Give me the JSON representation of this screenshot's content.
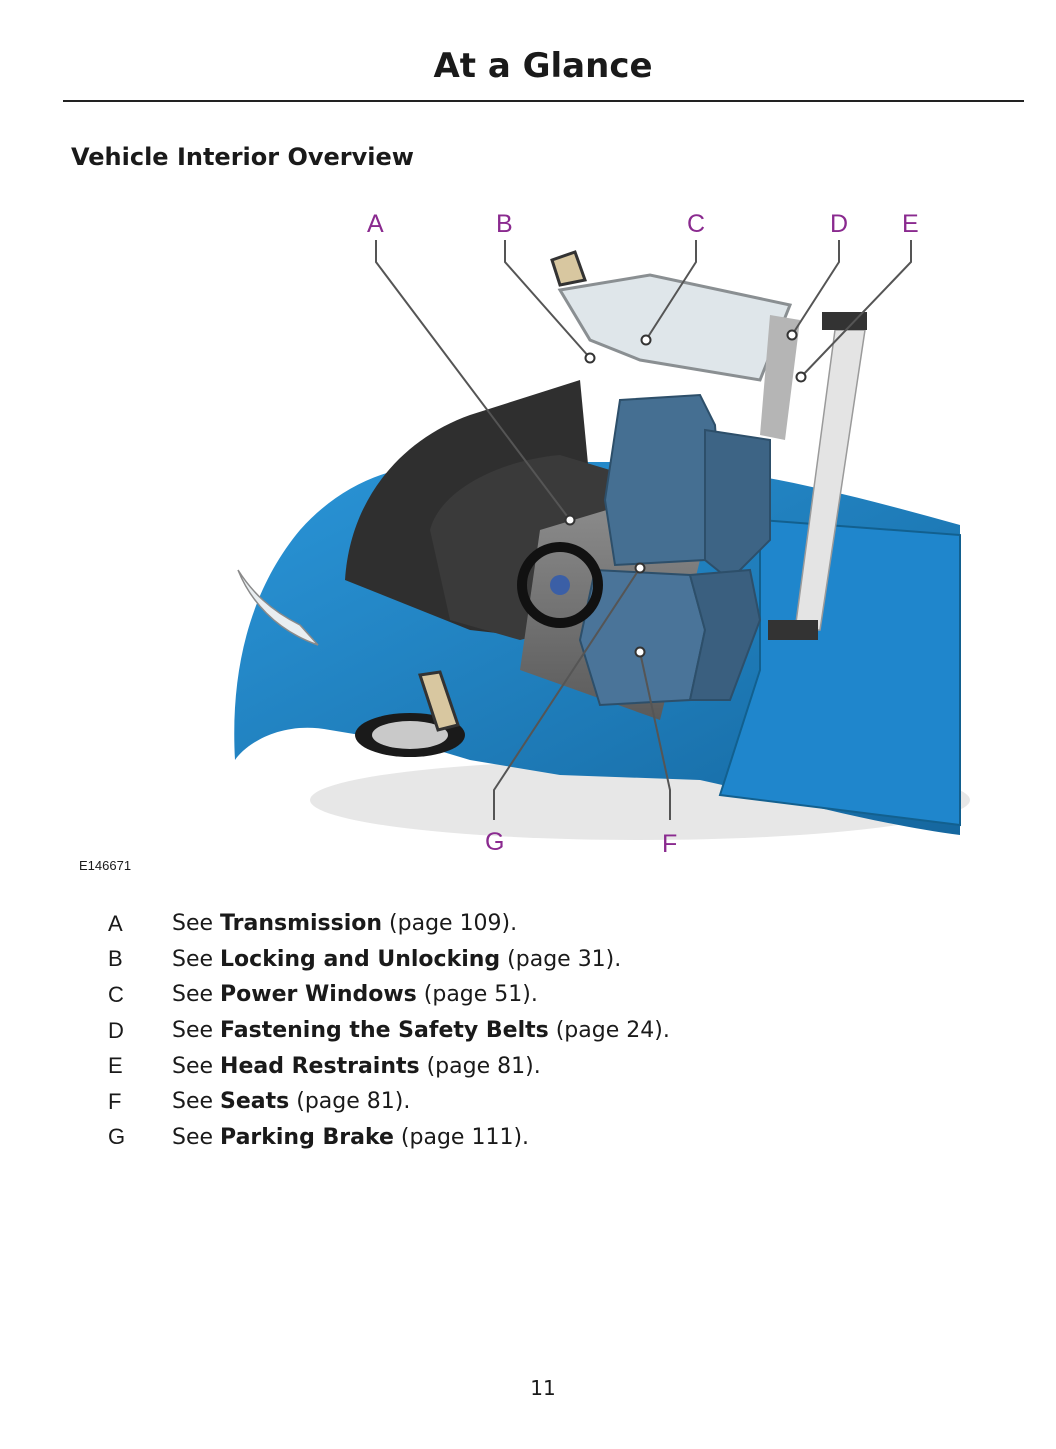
{
  "header": {
    "title": "At a Glance"
  },
  "section": {
    "heading": "Vehicle Interior Overview"
  },
  "figure": {
    "id": "E146671",
    "callouts": [
      "A",
      "B",
      "C",
      "D",
      "E",
      "G",
      "F"
    ]
  },
  "legend": [
    {
      "letter": "A",
      "prefix": "See ",
      "topic": "Transmission",
      "ref": " (page 109)."
    },
    {
      "letter": "B",
      "prefix": "See ",
      "topic": "Locking and Unlocking",
      "ref": " (page 31)."
    },
    {
      "letter": "C",
      "prefix": "See ",
      "topic": "Power Windows",
      "ref": " (page 51)."
    },
    {
      "letter": "D",
      "prefix": "See ",
      "topic": "Fastening the Safety Belts",
      "ref": " (page 24)."
    },
    {
      "letter": "E",
      "prefix": "See ",
      "topic": "Head Restraints",
      "ref": " (page 81)."
    },
    {
      "letter": "F",
      "prefix": "See ",
      "topic": "Seats",
      "ref": " (page 81)."
    },
    {
      "letter": "G",
      "prefix": "See ",
      "topic": "Parking Brake",
      "ref": " (page 111)."
    }
  ],
  "footer": {
    "page_number": "11"
  },
  "colors": {
    "callout": "#8a2a8f",
    "body_blue": "#1e7fc4",
    "seat_blue": "#3d6a8f"
  }
}
